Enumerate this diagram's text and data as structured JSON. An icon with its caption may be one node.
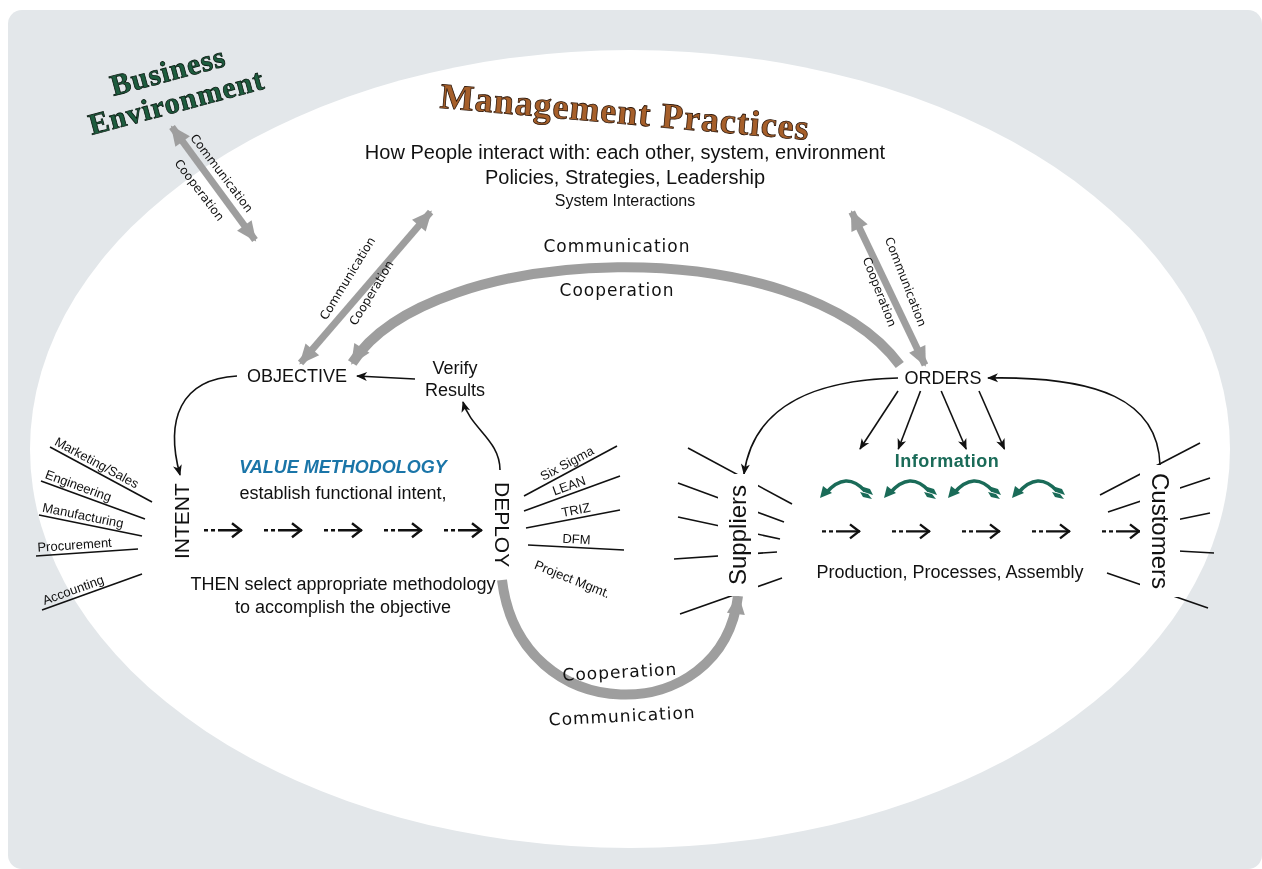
{
  "diagram": {
    "nodes": [
      {
        "text": [
          "Business Environment"
        ]
      },
      {
        "text": [
          "Management Practices",
          "How People interact with: each other, system, environment",
          "Policies, Strategies, Leadership",
          "System Interactions"
        ]
      },
      {
        "text": [
          "OBJECTIVE"
        ]
      },
      {
        "text": [
          "Verify Results"
        ]
      },
      {
        "text": [
          "INTENT"
        ],
        "beside": [
          "Marketing/Sales",
          "Engineering",
          "Manufacturing",
          "Procurement",
          "Accounting"
        ]
      },
      {
        "text": [
          "DEPLOY"
        ],
        "beside": [
          "Six Sigma",
          "LEAN",
          "TRIZ",
          "DFM",
          "Project Mgmt."
        ]
      },
      {
        "text": [
          "ORDERS"
        ]
      },
      {
        "text": [
          "Suppliers"
        ]
      },
      {
        "text": [
          "Customers"
        ]
      },
      {
        "text": [
          "Information"
        ]
      }
    ],
    "edges": [
      {
        "from": 0,
        "to": null,
        "arrow": "both",
        "label": "Communication Cooperation",
        "style": "thick",
        "color": "#9e9e9e"
      },
      {
        "from": 1,
        "to": 2,
        "arrow": "both",
        "label": "Communication Cooperation",
        "style": "thick",
        "color": "#9e9e9e"
      },
      {
        "from": 1,
        "to": 6,
        "arrow": "both",
        "label": "Communication Cooperation",
        "style": "thick",
        "color": "#9e9e9e"
      },
      {
        "from": 6,
        "to": 2,
        "arrow": "to",
        "label": "Communication Cooperation",
        "style": "thick",
        "color": "#9e9e9e"
      },
      {
        "from": 5,
        "to": 7,
        "arrow": "to",
        "label": "Cooperation Communication",
        "style": "thick",
        "color": "#9e9e9e"
      },
      {
        "from": 2,
        "to": 4,
        "arrow": "to"
      },
      {
        "from": 5,
        "to": 3,
        "arrow": "to"
      },
      {
        "from": 3,
        "to": 2,
        "arrow": "to"
      },
      {
        "from": 4,
        "to": 5,
        "arrow": "to",
        "style": "dashed"
      },
      {
        "from": 6,
        "to": 7,
        "arrow": "to"
      },
      {
        "from": 8,
        "to": 6,
        "arrow": "to"
      },
      {
        "from": 6,
        "to": 9,
        "arrow": "to"
      },
      {
        "from": 6,
        "to": 9,
        "arrow": "to"
      },
      {
        "from": 6,
        "to": 9,
        "arrow": "to"
      },
      {
        "from": 6,
        "to": 9,
        "arrow": "to"
      },
      {
        "from": 7,
        "to": 8,
        "arrow": "to",
        "label": "Production, Processes, Assembly",
        "style": "dashed"
      }
    ],
    "labels": [
      "VALUE METHODOLOGY",
      "establish functional intent,",
      "THEN select appropriate methodology to accomplish the objective"
    ]
  }
}
